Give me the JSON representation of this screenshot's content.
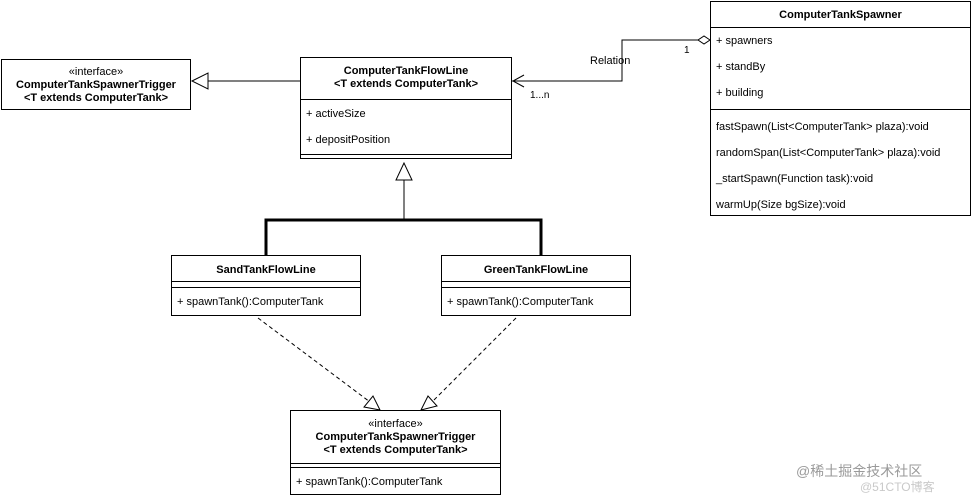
{
  "spawner": {
    "name": "ComputerTankSpawner",
    "attributes": [
      "+ spawners",
      "+ standBy",
      "+ building"
    ],
    "methods": [
      "fastSpawn(List<ComputerTank> plaza):void",
      "randomSpan(List<ComputerTank> plaza):void",
      "_startSpawn(Function task):void",
      "warmUp(Size bgSize):void"
    ]
  },
  "trigger_top": {
    "stereotype": "«interface»",
    "name": "ComputerTankSpawnerTrigger",
    "generic": "<T extends ComputerTank>"
  },
  "flowline": {
    "name": "ComputerTankFlowLine",
    "generic": "<T extends ComputerTank>",
    "attributes": [
      "+ activeSize",
      "+ depositPosition"
    ]
  },
  "sand": {
    "name": "SandTankFlowLine",
    "methods": [
      "+ spawnTank():ComputerTank"
    ]
  },
  "green": {
    "name": "GreenTankFlowLine",
    "methods": [
      "+ spawnTank():ComputerTank"
    ]
  },
  "trigger_bottom": {
    "stereotype": "«interface»",
    "name": "ComputerTankSpawnerTrigger",
    "generic": "<T extends ComputerTank>",
    "methods": [
      "+ spawnTank():ComputerTank"
    ]
  },
  "relation": {
    "label": "Relation",
    "source_mult": "1",
    "target_mult": "1...n"
  },
  "watermark": {
    "main": "@稀土掘金技术社区",
    "sub": "@51CTO博客"
  }
}
